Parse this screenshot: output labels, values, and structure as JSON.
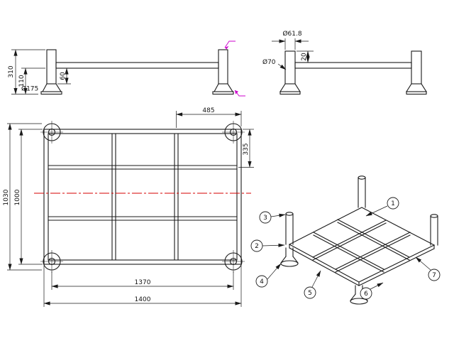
{
  "colors": {
    "line": "#1a1a1a",
    "centerline": "#d40000",
    "accent": "#cc00cc",
    "canvas": "#ffffff"
  },
  "views": {
    "front": {
      "dims": {
        "overall_height": "310",
        "foot_height": "110",
        "base_dia": "Ø175",
        "rail_offset": "60"
      }
    },
    "side": {
      "dims": {
        "top_dia": "Ø61.8",
        "cap_height": "20",
        "post_dia": "Ø70"
      }
    },
    "plan": {
      "dims": {
        "bay_width": "485",
        "bay_depth": "335",
        "overall_depth": "1030",
        "frame_depth": "1000",
        "foot_span": "1370",
        "frame_width": "1400"
      }
    },
    "iso": {
      "balloons": [
        "1",
        "2",
        "3",
        "4",
        "5",
        "6",
        "7"
      ]
    }
  }
}
